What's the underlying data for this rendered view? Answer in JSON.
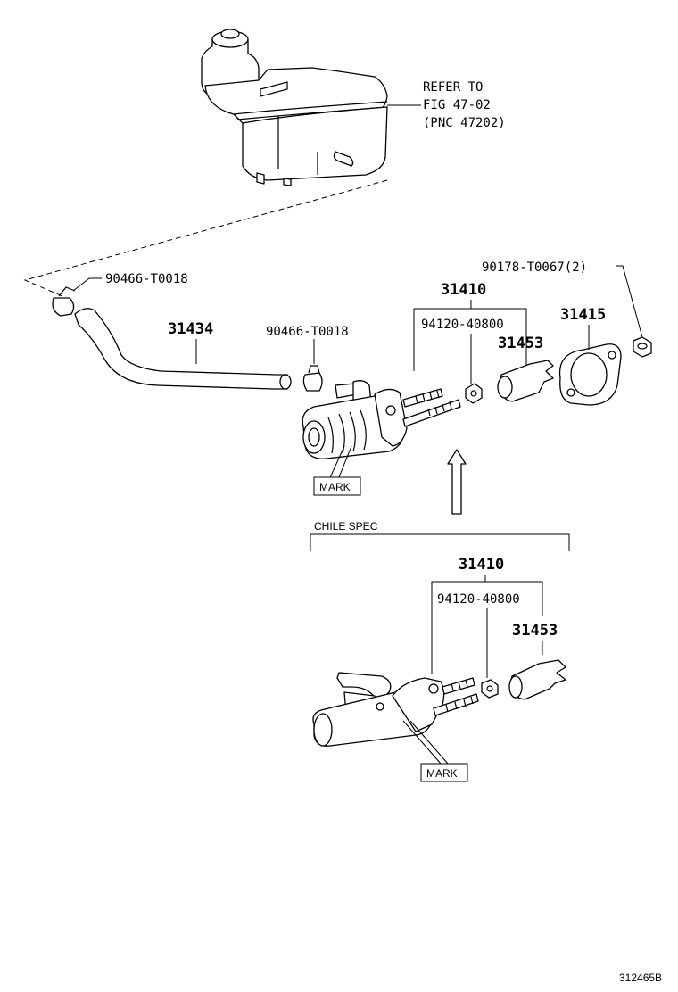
{
  "diagram": {
    "colors": {
      "ink": "#000000",
      "paper": "#ffffff"
    },
    "refer_note": [
      "REFER TO",
      "FIG 47-02",
      "(PNC 47202)"
    ],
    "main_assembly": {
      "clip_upper": "90466-T0018",
      "hose": "31434",
      "clip_lower": "90466-T0018",
      "cylinder_assy": "31410",
      "nut": "94120-40800",
      "push_rod": "31453",
      "gasket": "31415",
      "mount_nut": "90178-T0067(2)",
      "mark_label": "MARK"
    },
    "chile_spec": {
      "title": "CHILE SPEC",
      "cylinder_assy": "31410",
      "nut": "94120-40800",
      "push_rod": "31453",
      "mark_label": "MARK"
    },
    "figure_id": "312465B"
  }
}
